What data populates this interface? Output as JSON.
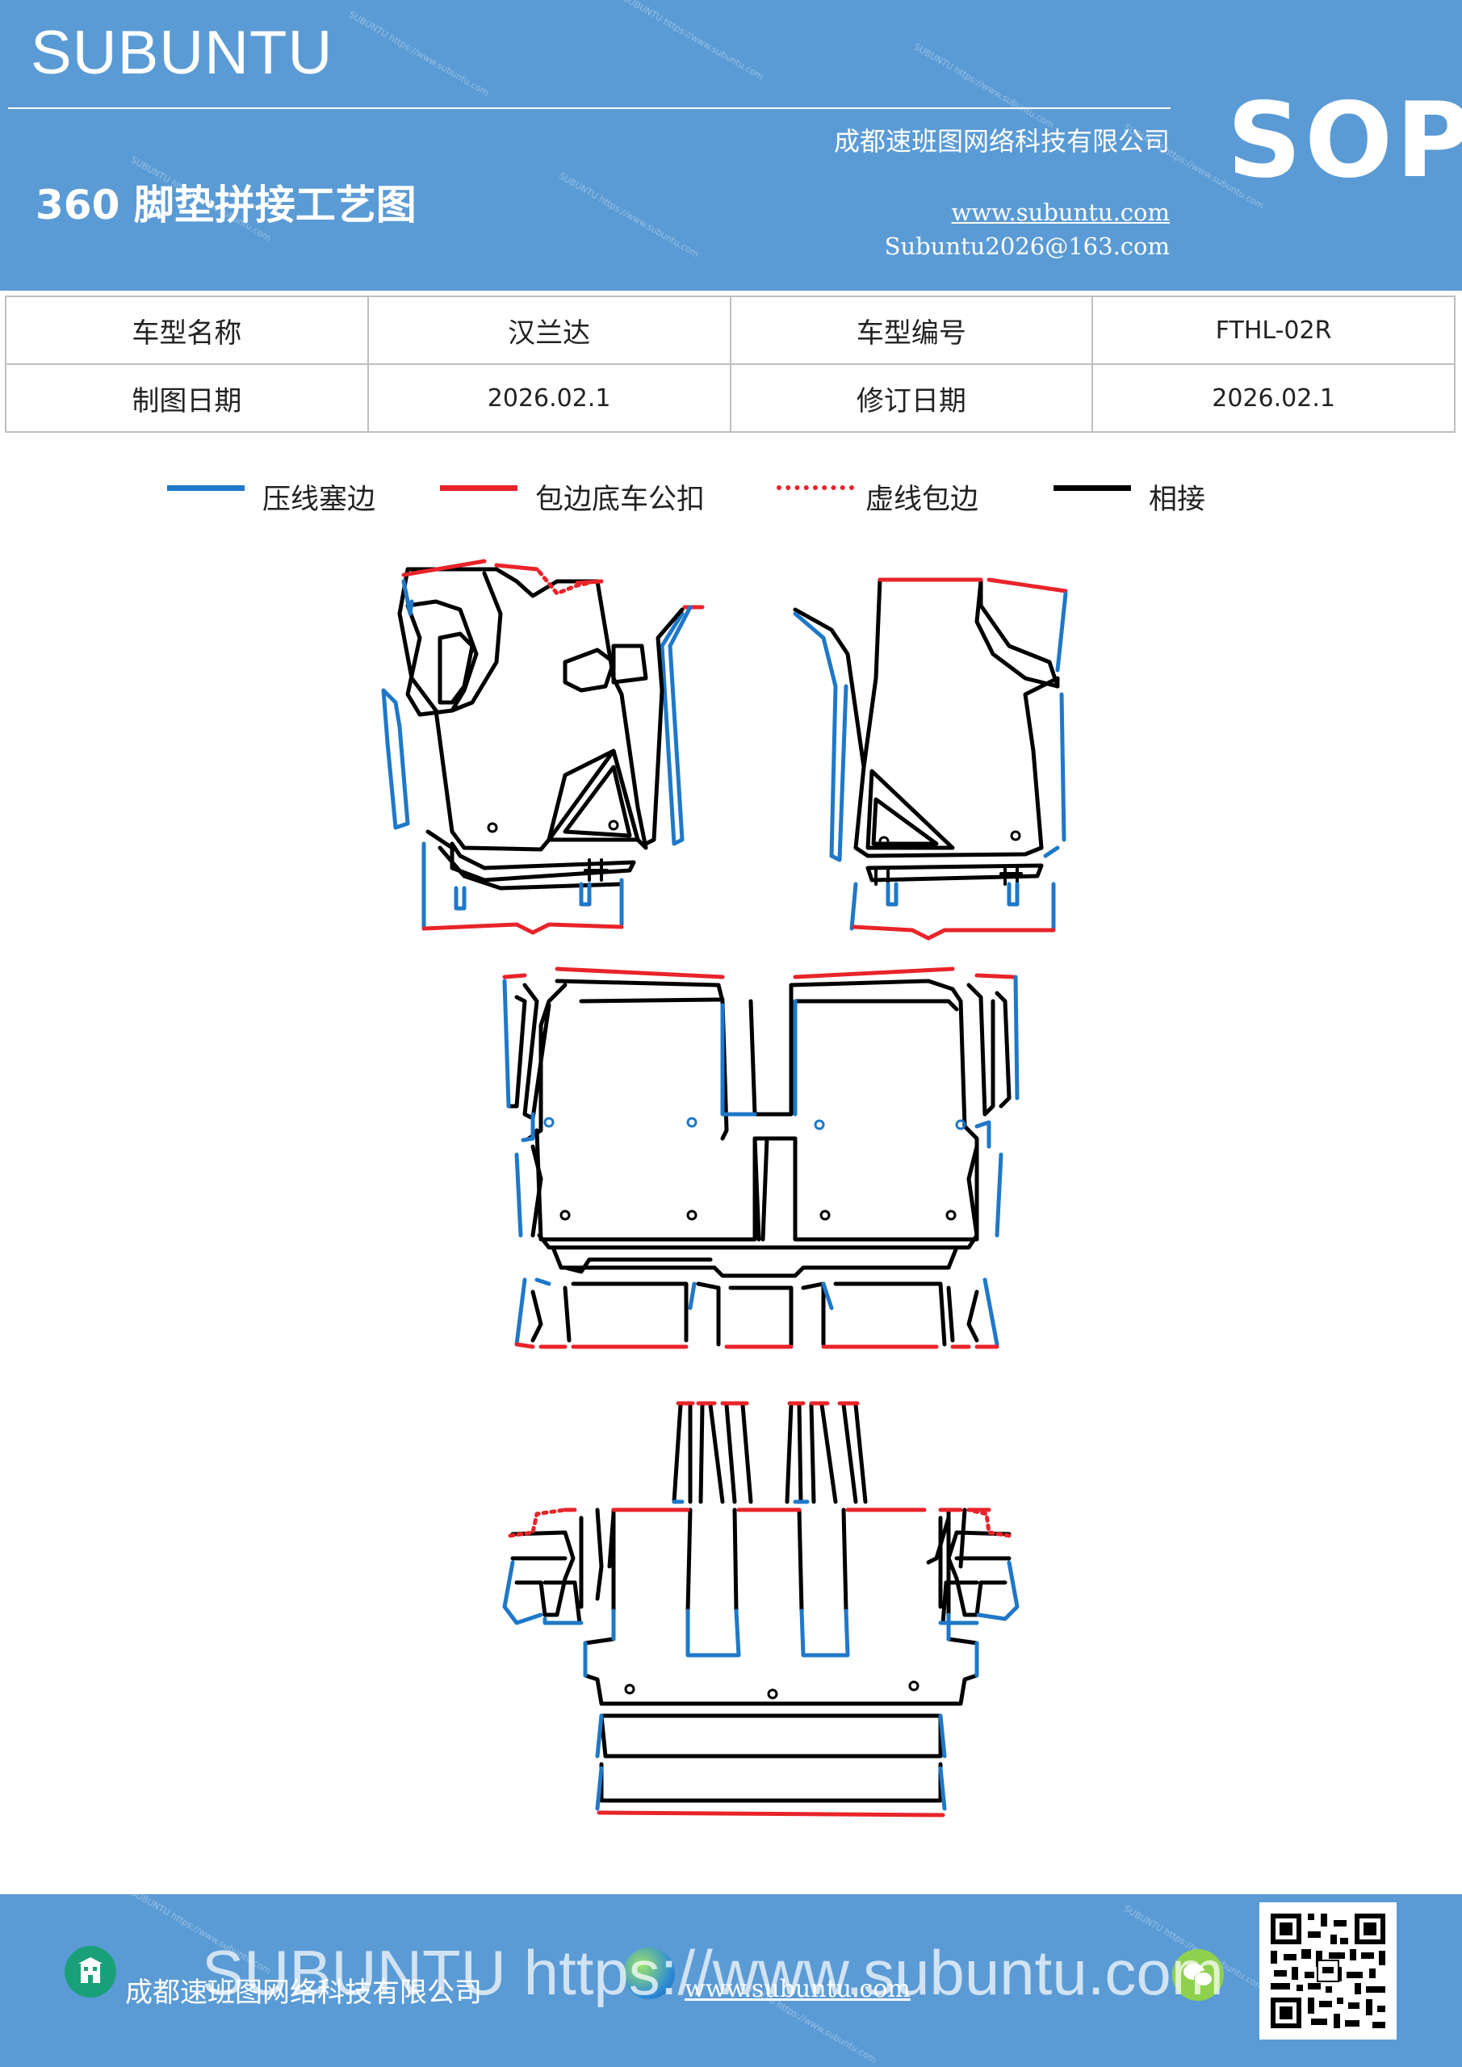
{
  "header": {
    "brand": "SUBUNTU",
    "company": "成都速班图网络科技有限公司",
    "title": "360 脚垫拼接工艺图",
    "website": "www.subuntu.com",
    "email": "Subuntu2026@163.com",
    "badge": "SOP",
    "watermark": "SUBUNTU https://www.subuntu.com"
  },
  "info": {
    "rows": [
      [
        "车型名称",
        "汉兰达",
        "车型编号",
        "FTHL-02R"
      ],
      [
        "制图日期",
        "2026.02.1",
        "修订日期",
        "2026.02.1"
      ]
    ]
  },
  "legend": [
    {
      "label": "压线塞边",
      "color": "#1f78c8",
      "style": "solid"
    },
    {
      "label": "包边底车公扣",
      "color": "#e8242a",
      "style": "solid"
    },
    {
      "label": "虚线包边",
      "color": "#e8242a",
      "style": "dotted"
    },
    {
      "label": "相接",
      "color": "#000000",
      "style": "solid"
    }
  ],
  "colors": {
    "header_bg": "#5b9bd5",
    "blue_line": "#1f78c8",
    "red_line": "#e8242a",
    "black_line": "#000000"
  },
  "footer": {
    "company": "成都速班图网络科技有限公司",
    "website": "www.subuntu.com",
    "watermark": "SUBUNTU https://www.subuntu.com",
    "icons": [
      "building-icon",
      "globe-icon",
      "wechat-icon",
      "qr-code"
    ]
  }
}
